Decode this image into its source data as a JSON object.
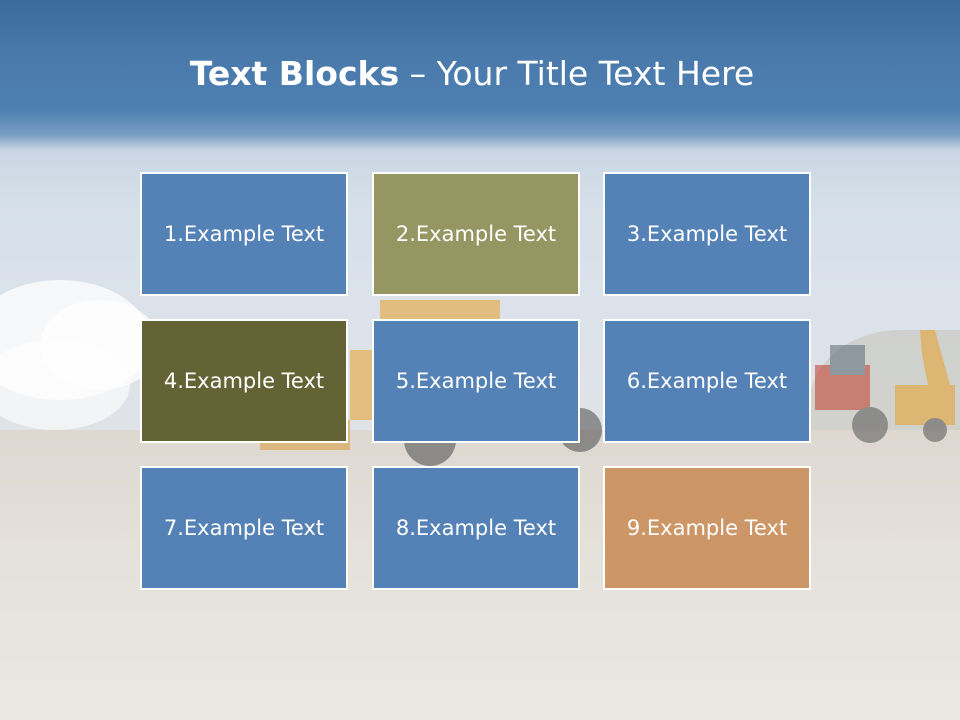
{
  "title": {
    "bold": "Text Blocks",
    "dash": " – ",
    "rest": "Your Title Text Here"
  },
  "blocks": [
    {
      "label": "1.Example Text",
      "color": "#5482b6"
    },
    {
      "label": "2.Example Text",
      "color": "#969662"
    },
    {
      "label": "3.Example Text",
      "color": "#5482b6"
    },
    {
      "label": "4.Example Text",
      "color": "#636335"
    },
    {
      "label": "5.Example Text",
      "color": "#5482b6"
    },
    {
      "label": "6.Example Text",
      "color": "#5482b6"
    },
    {
      "label": "7.Example Text",
      "color": "#5482b6"
    },
    {
      "label": "8.Example Text",
      "color": "#5482b6"
    },
    {
      "label": "9.Example Text",
      "color": "#cc9666"
    }
  ]
}
